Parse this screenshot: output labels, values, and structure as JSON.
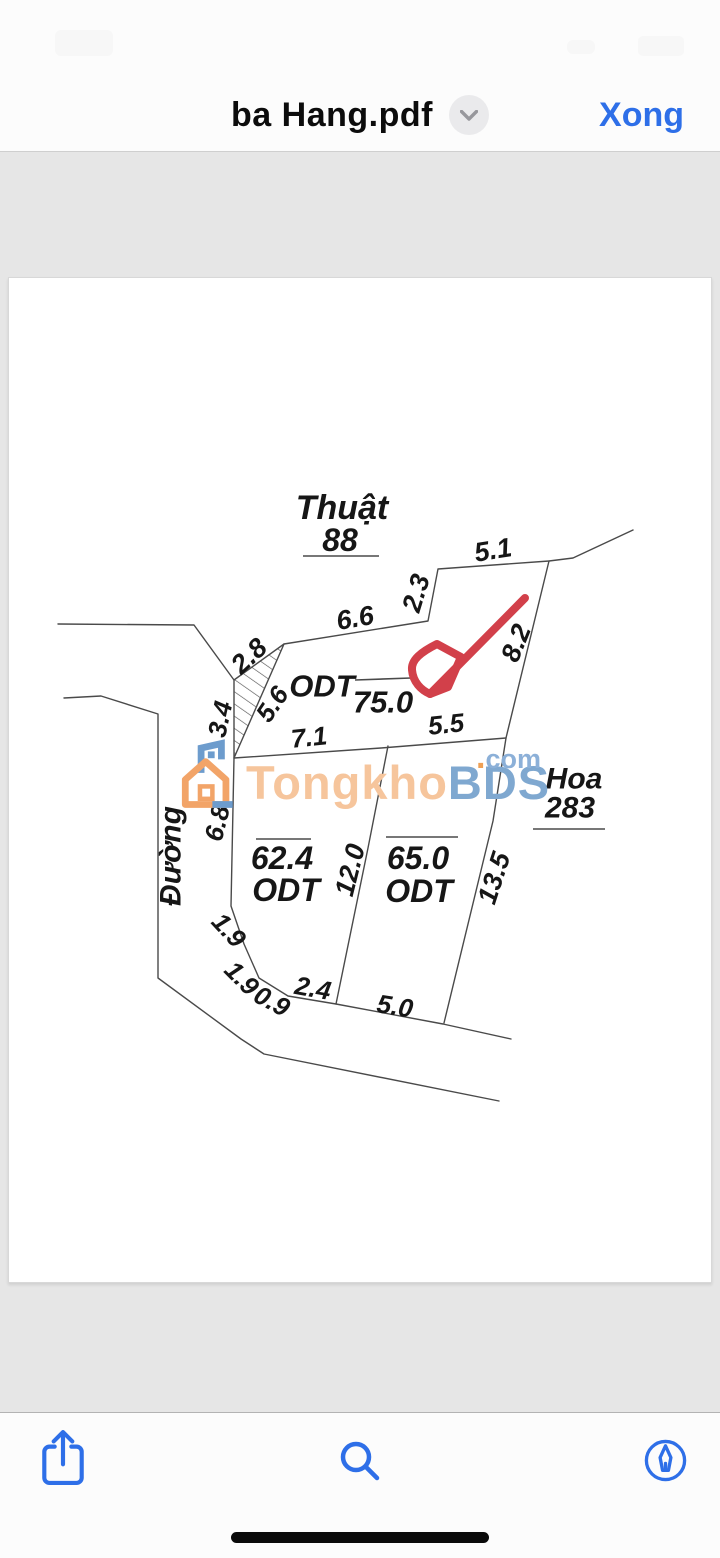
{
  "nav": {
    "title": "ba Hang.pdf",
    "done_label": "Xong"
  },
  "colors": {
    "accent_blue": "#2e6fe8",
    "annotation_red": "#d2404a",
    "watermark_orange": "#f6c59c",
    "watermark_blue": "#7fa8d0",
    "diagram_line": "#4a4a4a"
  },
  "toolbar": {
    "icons": [
      "share-icon",
      "search-icon",
      "markup-icon"
    ]
  },
  "watermark": {
    "brand_a": "Tongkho",
    "brand_b": "BDS",
    "dot": ".",
    "com": "com"
  },
  "diagram": {
    "labels": {
      "thuat": "Thuật",
      "thuat_no": "88",
      "len_5_1": "5.1",
      "len_2_3": "2.3",
      "len_6_6": "6.6",
      "len_2_8": "2.8",
      "len_8_2": "8.2",
      "odt_75": "ODT",
      "area_75": "75.0",
      "len_5_6": "5.6",
      "len_3_4": "3.4",
      "len_7_1": "7.1",
      "len_5_5": "5.5",
      "road": "Đường",
      "len_6_8": "6.8",
      "len_1_9a": "1.9",
      "len_1_9b": "1.9",
      "len_0_9": "0.9",
      "len_2_4": "2.4",
      "len_5_0": "5.0",
      "area_62_4": "62.4",
      "odt_62": "ODT",
      "len_12_0": "12.0",
      "area_65_0": "65.0",
      "odt_65": "ODT",
      "len_13_5": "13.5",
      "hoa": "Hoa",
      "hoa_no": "283"
    }
  }
}
